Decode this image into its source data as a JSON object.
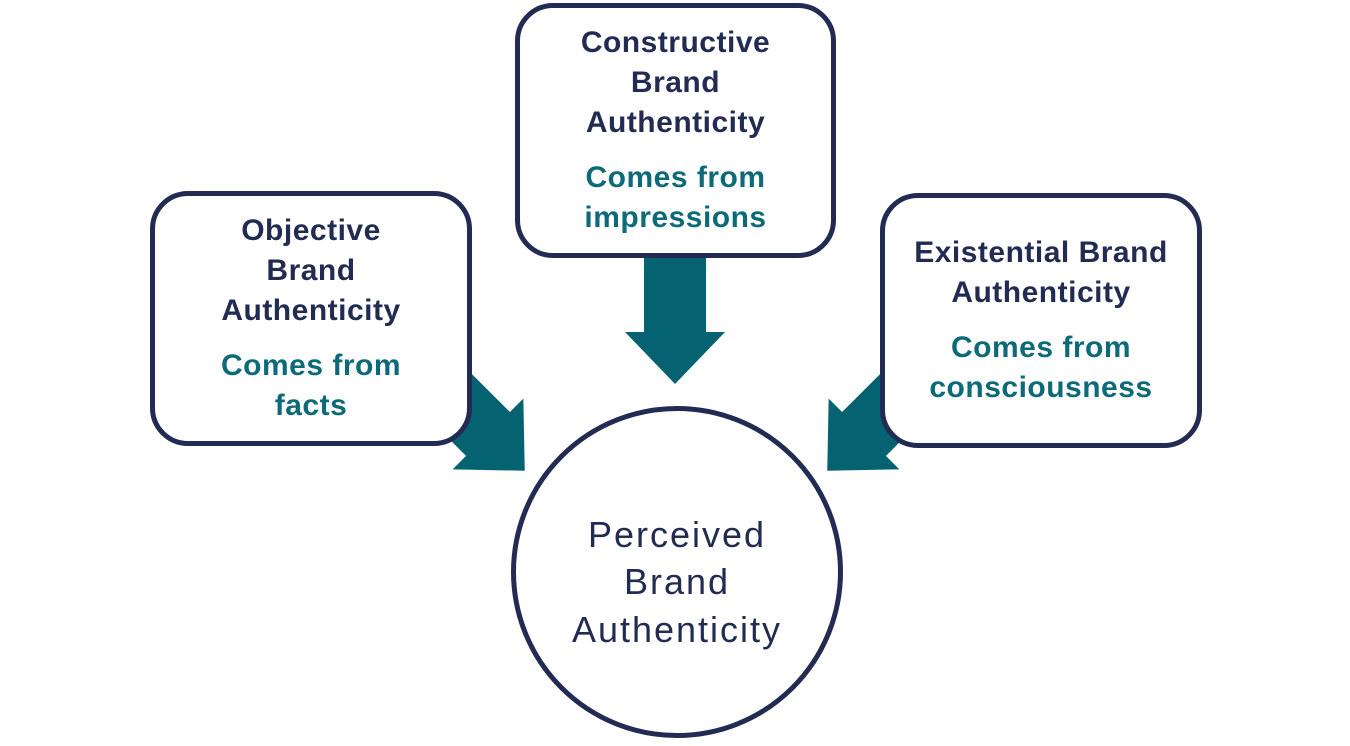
{
  "colors": {
    "navy": "#222b52",
    "teal_text": "#0d6a78",
    "teal_arrow": "#056271",
    "background": "#ffffff"
  },
  "boxes": [
    {
      "name": "objective-brand-authenticity",
      "title_lines": [
        "Objective",
        "Brand",
        "Authenticity"
      ],
      "subtitle_lines": [
        "Comes from",
        "facts"
      ]
    },
    {
      "name": "constructive-brand-authenticity",
      "title_lines": [
        "Constructive",
        "Brand",
        "Authenticity"
      ],
      "subtitle_lines": [
        "Comes from",
        "impressions"
      ]
    },
    {
      "name": "existential-brand-authenticity",
      "title_lines": [
        "Existential Brand",
        "Authenticity"
      ],
      "subtitle_lines": [
        "Comes from",
        "consciousness"
      ]
    }
  ],
  "center": {
    "lines": [
      "Perceived",
      "Brand",
      "Authenticity"
    ]
  },
  "arrows": [
    {
      "name": "arrow-from-objective",
      "direction": "down-right"
    },
    {
      "name": "arrow-from-constructive",
      "direction": "down"
    },
    {
      "name": "arrow-from-existential",
      "direction": "down-left"
    }
  ]
}
